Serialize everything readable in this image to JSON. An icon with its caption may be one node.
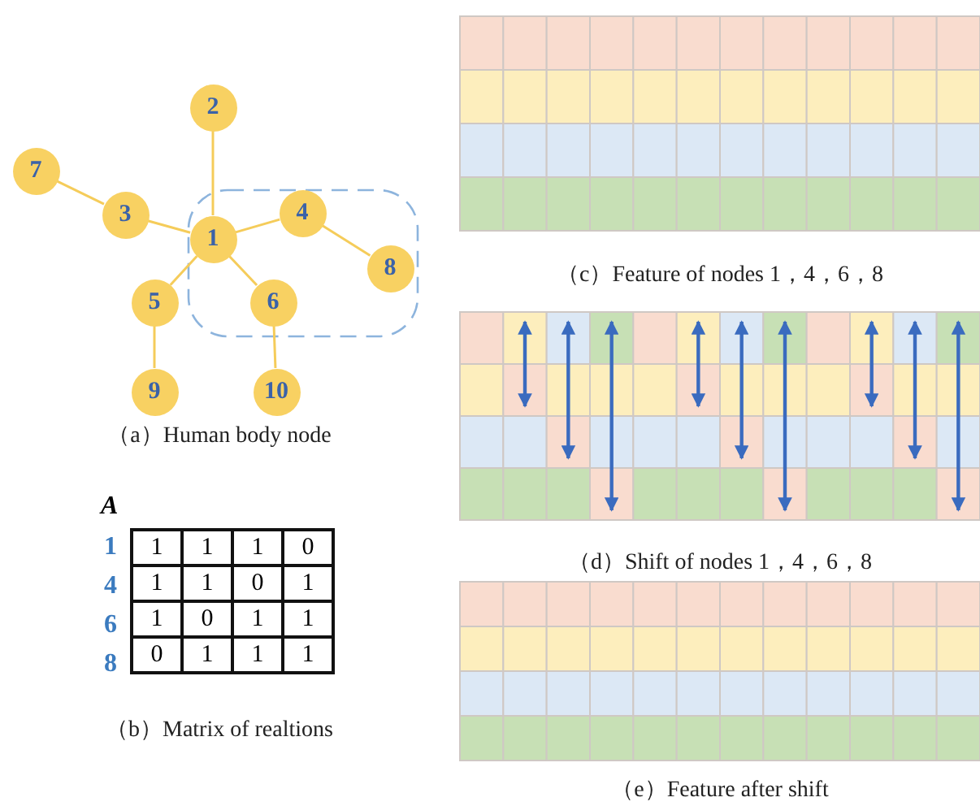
{
  "diagram": {
    "nodes": [
      {
        "text": [
          "2"
        ]
      },
      {
        "text": [
          "7"
        ]
      },
      {
        "text": [
          "3"
        ]
      },
      {
        "text": [
          "1"
        ]
      },
      {
        "text": [
          "4"
        ]
      },
      {
        "text": [
          "8"
        ]
      },
      {
        "text": [
          "5"
        ]
      },
      {
        "text": [
          "6"
        ]
      },
      {
        "text": [
          "9"
        ]
      },
      {
        "text": [
          "10"
        ]
      }
    ],
    "edges": [
      {
        "from": 3,
        "to": 0,
        "arrow": "none"
      },
      {
        "from": 2,
        "to": 1,
        "arrow": "none"
      },
      {
        "from": 3,
        "to": 2,
        "arrow": "none"
      },
      {
        "from": 3,
        "to": 4,
        "arrow": "none"
      },
      {
        "from": 4,
        "to": 5,
        "arrow": "none"
      },
      {
        "from": 3,
        "to": 6,
        "arrow": "none"
      },
      {
        "from": 3,
        "to": 7,
        "arrow": "none"
      },
      {
        "from": 6,
        "to": 8,
        "arrow": "none"
      },
      {
        "from": 7,
        "to": 9,
        "arrow": "none"
      }
    ],
    "labels": [
      "（a）Human body node",
      "A",
      "1",
      "1",
      "1",
      "1",
      "0",
      "4",
      "1",
      "1",
      "0",
      "1",
      "6",
      "1",
      "0",
      "1",
      "1",
      "8",
      "0",
      "1",
      "1",
      "1",
      "（b）Matrix of realtions",
      "（c）Feature of nodes 1，4，6，8",
      "（d）Shift of nodes 1，4，6，8",
      "（e）Feature after shift"
    ]
  }
}
